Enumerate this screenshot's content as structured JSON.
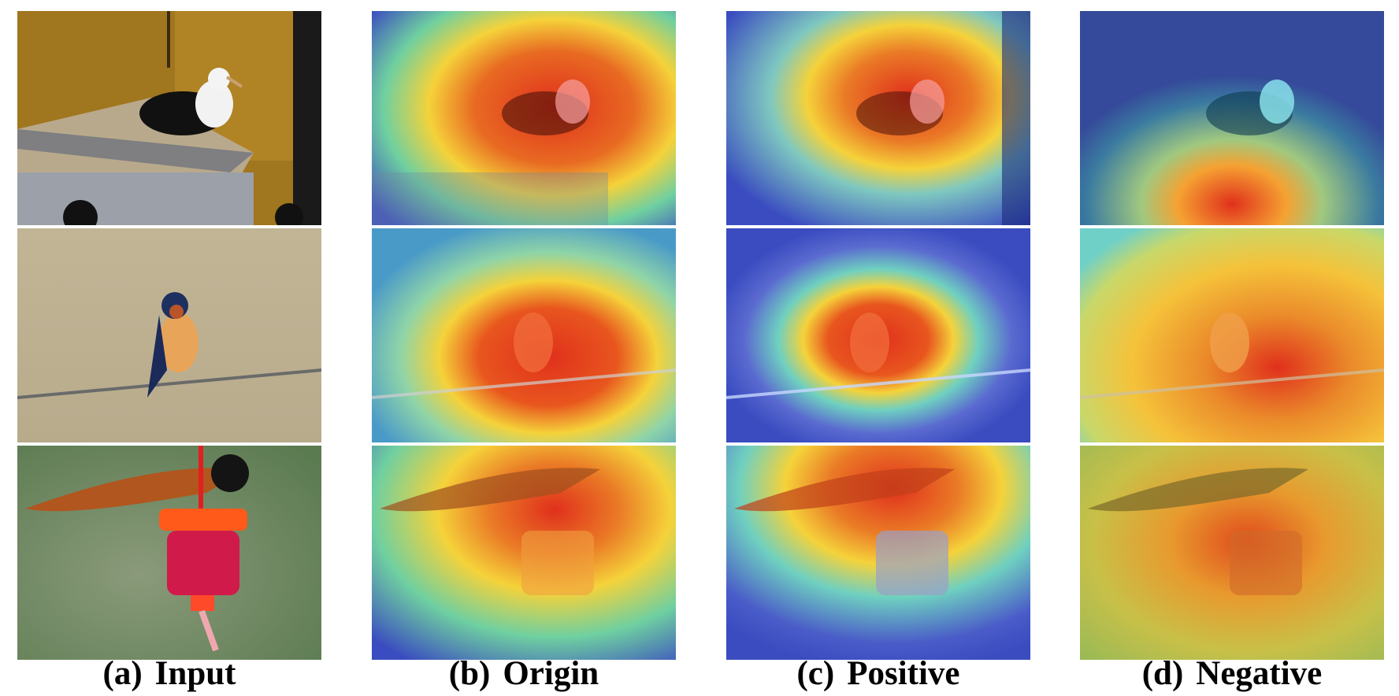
{
  "columns": [
    {
      "letter": "(a)",
      "label": "Input",
      "kind": "input"
    },
    {
      "letter": "(b)",
      "label": "Origin",
      "kind": "origin"
    },
    {
      "letter": "(c)",
      "label": "Positive",
      "kind": "positive"
    },
    {
      "letter": "(d)",
      "label": "Negative",
      "kind": "negative"
    }
  ],
  "rows": [
    {
      "subject": "bird standing on a tray of sand"
    },
    {
      "subject": "bird perched on barbed wire"
    },
    {
      "subject": "bird on a red hummingbird feeder"
    }
  ],
  "colors": {
    "heat_hot": "#e0301c",
    "heat_warm": "#f5d23a",
    "heat_mid": "#6fd0a0",
    "heat_cool": "#3a4cc0"
  }
}
